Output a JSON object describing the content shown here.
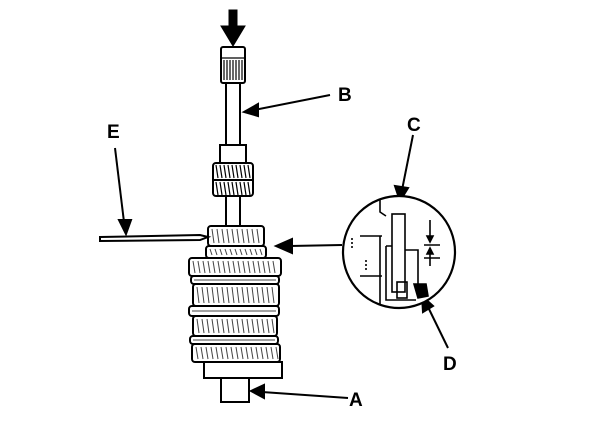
{
  "diagram": {
    "labels": {
      "a": "A",
      "b": "B",
      "c": "C",
      "d": "D",
      "e": "E"
    },
    "colors": {
      "ink": "#000000",
      "paper": "#ffffff",
      "hatch": "#444444"
    }
  }
}
